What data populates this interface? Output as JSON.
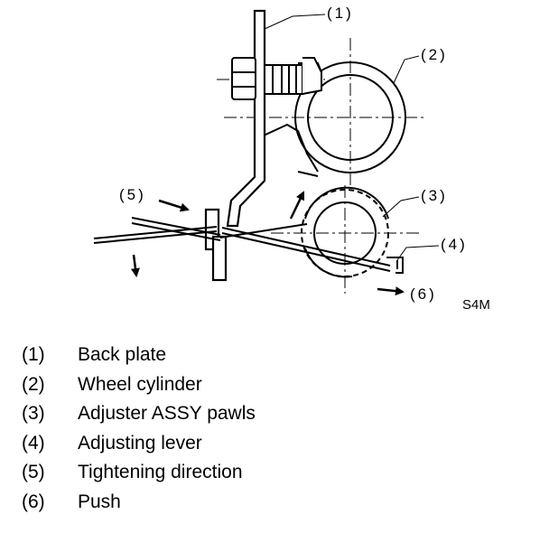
{
  "figure_code": "S4M",
  "callouts": [
    {
      "num": "(1)"
    },
    {
      "num": "(2)"
    },
    {
      "num": "(3)"
    },
    {
      "num": "(4)"
    },
    {
      "num": "(5)"
    },
    {
      "num": "(6)"
    }
  ],
  "legend": [
    {
      "num": "(1)",
      "label": "Back plate"
    },
    {
      "num": "(2)",
      "label": "Wheel cylinder"
    },
    {
      "num": "(3)",
      "label": "Adjuster ASSY pawls"
    },
    {
      "num": "(4)",
      "label": "Adjusting lever"
    },
    {
      "num": "(5)",
      "label": "Tightening direction"
    },
    {
      "num": "(6)",
      "label": "Push"
    }
  ]
}
